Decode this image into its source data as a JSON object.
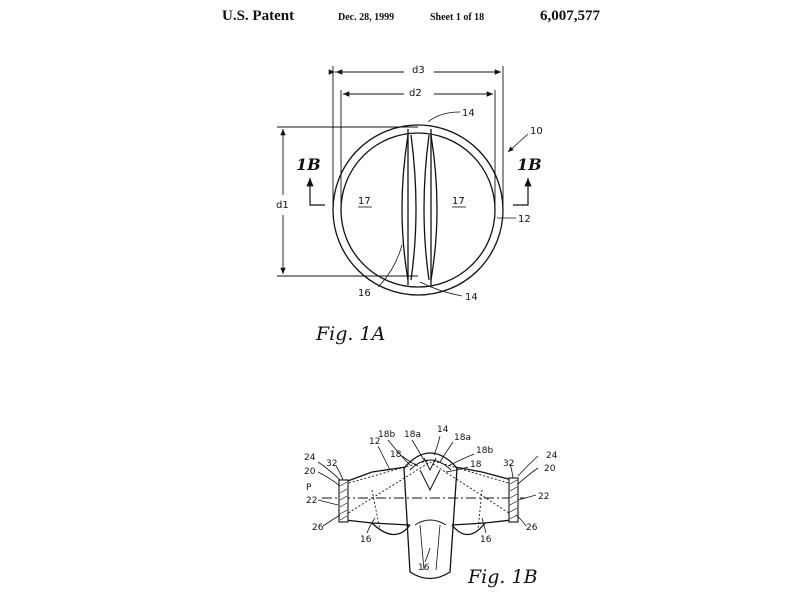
{
  "header": {
    "patent": "U.S. Patent",
    "date": "Dec. 28, 1999",
    "sheet": "Sheet 1 of 18",
    "number": "6,007,577"
  },
  "fig1a": {
    "caption": "Fig. 1A",
    "labels": {
      "d3": "d3",
      "d2": "d2",
      "d1": "d1",
      "ref10": "10",
      "ref12": "12",
      "ref14a": "14",
      "ref14b": "14",
      "ref16": "16",
      "ref17a": "17",
      "ref17b": "17",
      "sectionLeft": "1B",
      "sectionRight": "1B"
    }
  },
  "fig1b": {
    "caption": "Fig. 1B",
    "labels": {
      "ref12": "12",
      "ref14": "14",
      "ref18b_l": "18b",
      "ref18a_l": "18a",
      "ref18a_r": "18a",
      "ref18b_r": "18b",
      "ref18_l": "18",
      "ref18_r": "18",
      "ref24_l": "24",
      "ref24_r": "24",
      "ref20_l": "20",
      "ref20_r": "20",
      "ref32_l": "32",
      "ref32_r": "32",
      "refP": "P",
      "ref22_l": "22",
      "ref22_r": "22",
      "ref26_l": "26",
      "ref26_r": "26",
      "ref16_l": "16",
      "ref16_m": "16",
      "ref16_r": "16"
    }
  }
}
